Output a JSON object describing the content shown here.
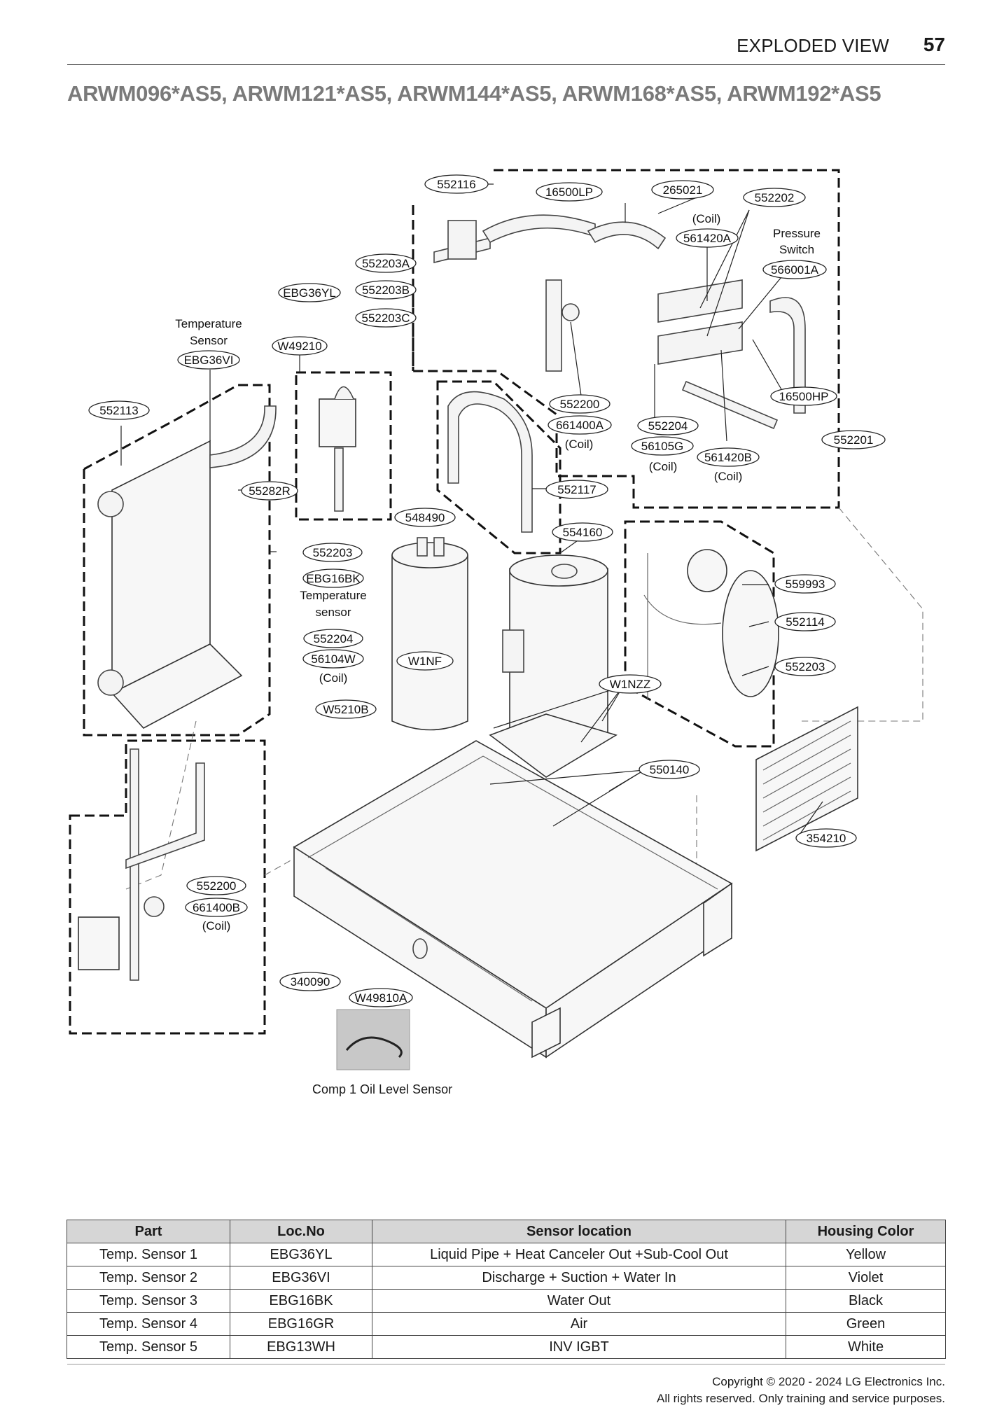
{
  "header": {
    "section": "EXPLODED VIEW",
    "page_number": "57"
  },
  "title": "ARWM096*AS5, ARWM121*AS5, ARWM144*AS5, ARWM168*AS5, ARWM192*AS5",
  "callouts": {
    "c552116": "552116",
    "c16500LP": "16500LP",
    "c265021": "265021",
    "c552202": "552202",
    "coil_a": "(Coil)",
    "c561420A": "561420A",
    "pressure": "Pressure",
    "switch": "Switch",
    "c566001A": "566001A",
    "c552203A": "552203A",
    "c552203B": "552203B",
    "c552203C": "552203C",
    "cEBG36YL": "EBG36YL",
    "temp_sensor_1": "Temperature",
    "temp_sensor_2": "Sensor",
    "cEBG36VI": "EBG36VI",
    "cW49210": "W49210",
    "c552113": "552113",
    "c552200a": "552200",
    "c661400A": "661400A",
    "coil_b": "(Coil)",
    "c552204a": "552204",
    "c56105G": "56105G",
    "coil_c": "(Coil)",
    "c561420B": "561420B",
    "coil_d": "(Coil)",
    "c16500HP": "16500HP",
    "c552201": "552201",
    "c552117": "552117",
    "c55282R": "55282R",
    "c548490": "548490",
    "c554160": "554160",
    "c552203": "552203",
    "cEBG16BK": "EBG16BK",
    "temp_sensor_3": "Temperature",
    "temp_sensor_4": "sensor",
    "c559993": "559993",
    "c552114": "552114",
    "c552204b": "552204",
    "c56104W": "56104W",
    "coil_e": "(Coil)",
    "cW1NF": "W1NF",
    "cW1NZZ": "W1NZZ",
    "c552203d": "552203",
    "cW5210B": "W5210B",
    "c550140": "550140",
    "c354210": "354210",
    "c552200b": "552200",
    "c661400B": "661400B",
    "coil_f": "(Coil)",
    "c340090": "340090",
    "cW49810A": "W49810A"
  },
  "photo_caption": "Comp 1 Oil Level Sensor",
  "table": {
    "headers": [
      "Part",
      "Loc.No",
      "Sensor location",
      "Housing Color"
    ],
    "rows": [
      [
        "Temp. Sensor 1",
        "EBG36YL",
        "Liquid Pipe + Heat Canceler Out +Sub-Cool Out",
        "Yellow"
      ],
      [
        "Temp. Sensor 2",
        "EBG36VI",
        "Discharge + Suction + Water In",
        "Violet"
      ],
      [
        "Temp. Sensor 3",
        "EBG16BK",
        "Water Out",
        "Black"
      ],
      [
        "Temp. Sensor 4",
        "EBG16GR",
        "Air",
        "Green"
      ],
      [
        "Temp. Sensor 5",
        "EBG13WH",
        "INV IGBT",
        "White"
      ]
    ]
  },
  "copyright": {
    "line1": "Copyright © 2020 - 2024 LG Electronics Inc.",
    "line2": "All rights reserved. Only training and service purposes."
  }
}
